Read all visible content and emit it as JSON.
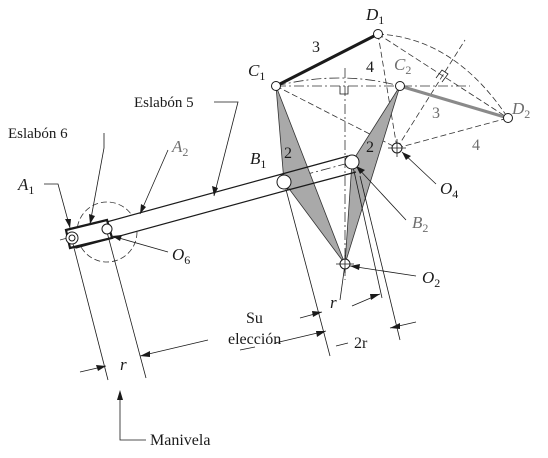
{
  "labels": {
    "eslabon5": "Eslabón 5",
    "eslabon6": "Eslabón 6",
    "A": "A",
    "A_sub1": "1",
    "A_sub2": "2",
    "B": "B",
    "B_sub1": "1",
    "B_sub2": "2",
    "C": "C",
    "C_sub1": "1",
    "C_sub2": "2",
    "D": "D",
    "D_sub1": "1",
    "D_sub2": "2",
    "O": "O",
    "O_sub2": "2",
    "O_sub4": "4",
    "O_sub6": "6",
    "link2": "2",
    "link3": "3",
    "link4": "4",
    "r": "r",
    "two_r": "2r",
    "su": "Su",
    "eleccion": "elección",
    "manivela": "Manivela"
  },
  "colors": {
    "line": "#1a1a1a",
    "fill_link2": "#a9a9a9",
    "gray_link": "#8a8a8a",
    "gray_text": "#6e6e6e",
    "background": "#ffffff"
  }
}
